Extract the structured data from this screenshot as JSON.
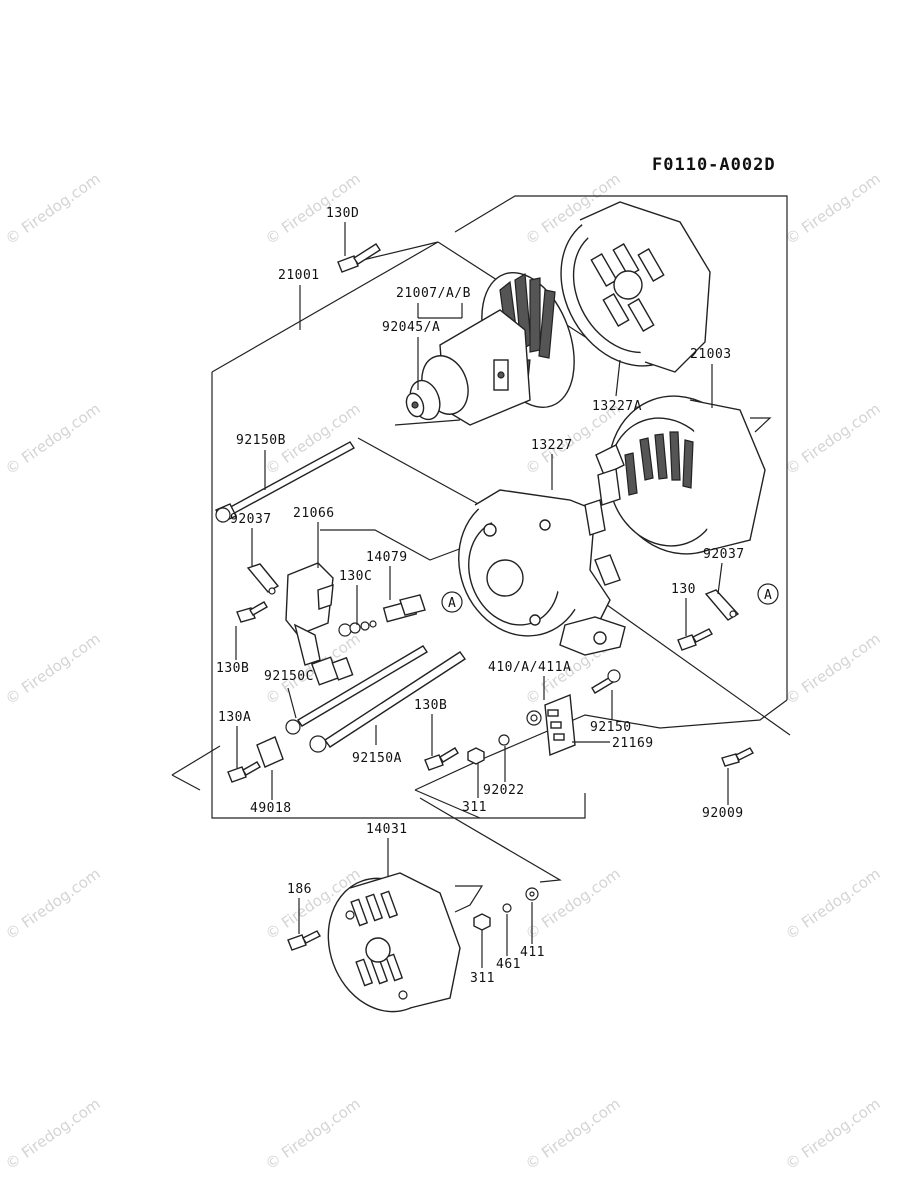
{
  "diagram_code": "F0110-A002D",
  "watermark": "© Firedog.com",
  "reference_mark": "A",
  "part_labels": {
    "p130D": "130D",
    "p21001": "21001",
    "p21007": "21007/A/B",
    "p92045": "92045/A",
    "p13227A": "13227A",
    "p21003": "21003",
    "p92150B": "92150B",
    "p13227": "13227",
    "p92037a": "92037",
    "p21066": "21066",
    "p14079": "14079",
    "p130C": "130C",
    "p92037b": "92037",
    "p130a": "130",
    "p130Ba": "130B",
    "p92150C": "92150C",
    "p410": "410/A/411A",
    "p130A": "130A",
    "p130Bb": "130B",
    "p92150": "92150",
    "p21169": "21169",
    "p92150A": "92150A",
    "p92022": "92022",
    "p311a": "311",
    "p49018": "49018",
    "p92009": "92009",
    "p14031": "14031",
    "p186": "186",
    "p311b": "311",
    "p461": "461",
    "p411": "411"
  }
}
